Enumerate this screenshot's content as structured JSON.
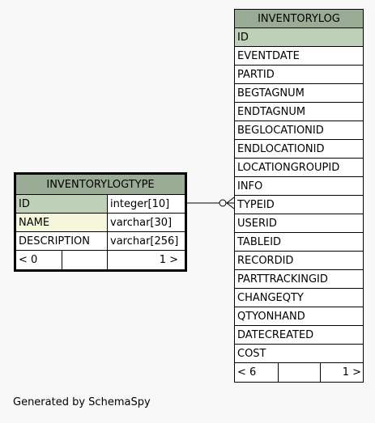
{
  "inventorylog": {
    "name": "INVENTORYLOG",
    "columns": [
      "ID",
      "EVENTDATE",
      "PARTID",
      "BEGTAGNUM",
      "ENDTAGNUM",
      "BEGLOCATIONID",
      "ENDLOCATIONID",
      "LOCATIONGROUPID",
      "INFO",
      "TYPEID",
      "USERID",
      "TABLEID",
      "RECORDID",
      "PARTTRACKINGID",
      "CHANGEQTY",
      "QTYONHAND",
      "DATECREATED",
      "COST"
    ],
    "footer_left": "< 6",
    "footer_mid": "",
    "footer_right": "1 >"
  },
  "inventorylogtype": {
    "name": "INVENTORYLOGTYPE",
    "columns": [
      {
        "name": "ID",
        "type": "integer[10]"
      },
      {
        "name": "NAME",
        "type": "varchar[30]"
      },
      {
        "name": "DESCRIPTION",
        "type": "varchar[256]"
      }
    ],
    "footer_left": "< 0",
    "footer_mid": "",
    "footer_right": "1 >"
  },
  "colors": {
    "header": "#9aab96",
    "primary_key": "#bed1b8",
    "indexed": "#f4f7da",
    "background": "#f8f8f8"
  },
  "footer": "Generated by SchemaSpy"
}
